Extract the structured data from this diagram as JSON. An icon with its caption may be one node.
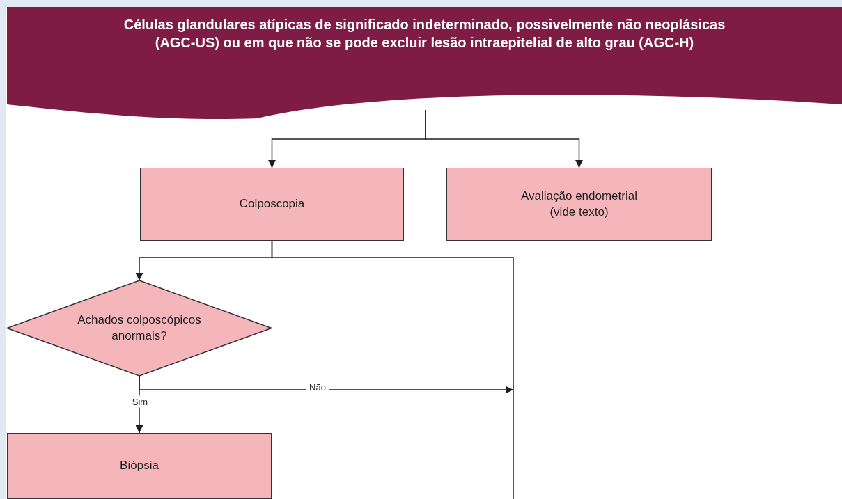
{
  "diagram": {
    "nodes": [
      {
        "text": [
          "Células glandulares atípicas de significado indeterminado, possivelmente não neoplásicas (AGC-US) ou em que não se pode excluir lesão intraepitelial de alto grau (AGC-H)"
        ]
      },
      {
        "text": [
          "Colposcopia"
        ]
      },
      {
        "text": [
          "Avaliação endometrial (vide texto)"
        ]
      },
      {
        "text": [
          "Achados colposcópicos anormais?"
        ]
      },
      {
        "text": [
          "Biópsia"
        ]
      }
    ],
    "edges": [
      {
        "from": 0,
        "to": 1,
        "arrow": "to"
      },
      {
        "from": 0,
        "to": 2,
        "arrow": "to"
      },
      {
        "from": 1,
        "to": 3,
        "arrow": "to"
      },
      {
        "from": 1,
        "to": null,
        "arrow": "none"
      },
      {
        "from": 3,
        "to": 4,
        "arrow": "to",
        "label": "Sim"
      },
      {
        "from": 3,
        "to": null,
        "arrow": "to",
        "label": "Não"
      }
    ]
  }
}
